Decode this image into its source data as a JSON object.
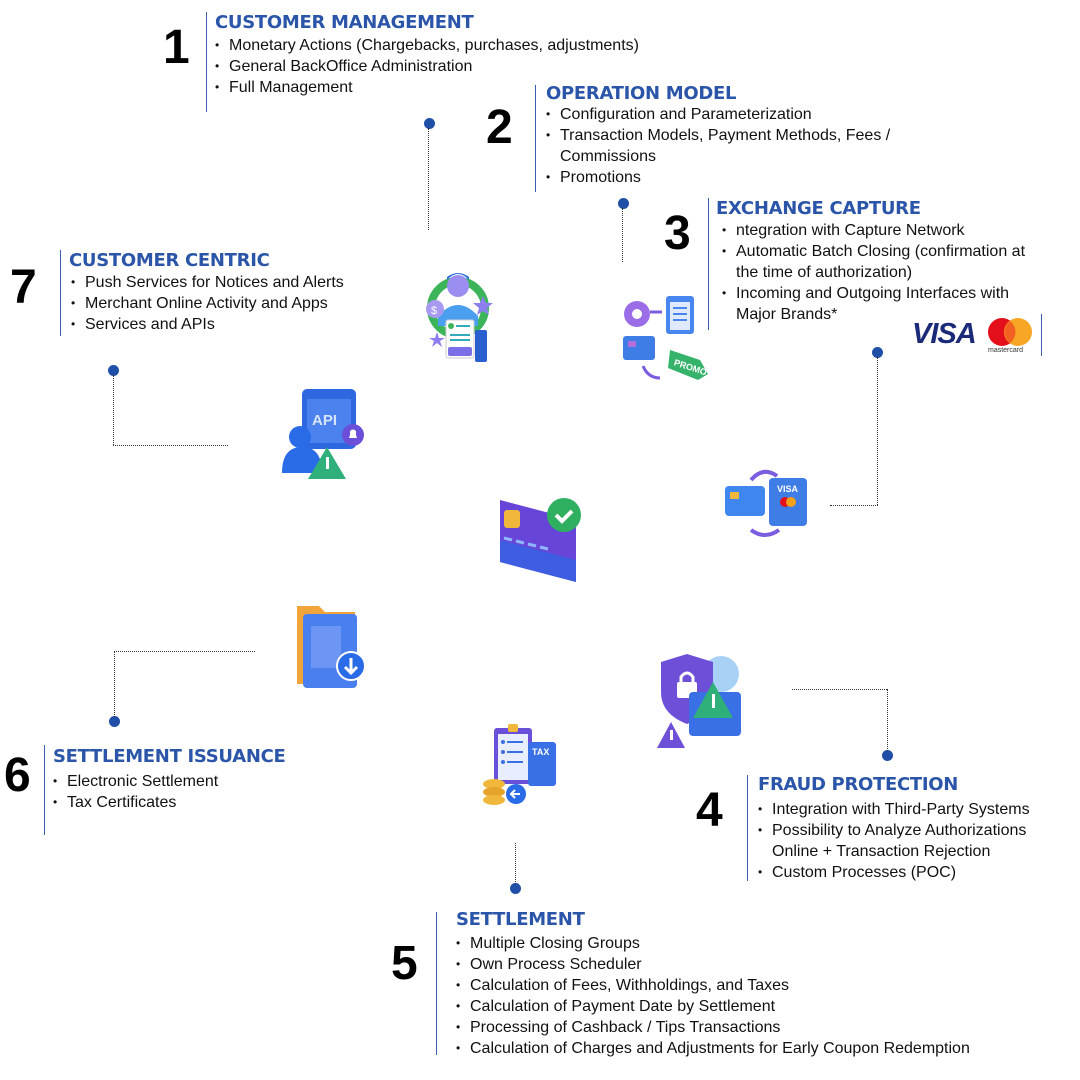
{
  "sections": {
    "customer_management": {
      "number": "1",
      "title": "CUSTOMER MANAGEMENT",
      "items": [
        "Monetary Actions (Chargebacks, purchases, adjustments)",
        "General BackOffice Administration",
        "Full Management"
      ]
    },
    "operation_model": {
      "number": "2",
      "title": "OPERATION MODEL",
      "items": [
        "Configuration and Parameterization",
        "Transaction Models, Payment Methods, Fees /",
        "Commissions",
        "Promotions"
      ]
    },
    "exchange_capture": {
      "number": "3",
      "title": "EXCHANGE CAPTURE",
      "items": [
        "ntegration with Capture Network",
        " Automatic Batch Closing (confirmation at",
        "the time of authorization)",
        " Incoming and Outgoing Interfaces with",
        "Major Brands*"
      ]
    },
    "fraud_protection": {
      "number": "4",
      "title": "FRAUD PROTECTION",
      "items": [
        "Integration with Third-Party Systems",
        " Possibility to Analyze Authorizations",
        "Online + Transaction Rejection",
        " Custom Processes (POC)"
      ]
    },
    "settlement": {
      "number": "5",
      "title": "SETTLEMENT",
      "items": [
        "Multiple Closing Groups",
        "Own Process Scheduler",
        "Calculation of Fees, Withholdings, and Taxes",
        "Calculation of Payment Date by Settlement",
        "Processing of Cashback / Tips Transactions",
        "Calculation of Charges and Adjustments for Early Coupon Redemption"
      ]
    },
    "settlement_issuance": {
      "number": "6",
      "title": "SETTLEMENT ISSUANCE",
      "items": [
        "Electronic Settlement",
        "Tax Certificates"
      ]
    },
    "customer_centric": {
      "number": "7",
      "title": "CUSTOMER CENTRIC",
      "items": [
        "Push Services for Notices and Alerts",
        "Merchant Online Activity and Apps",
        "Services and APIs"
      ]
    }
  },
  "brands": {
    "visa": "VISA",
    "mastercard": "mastercard"
  },
  "icons": {
    "api_text": "API",
    "promo_text": "PROMO",
    "tax_text": "TAX",
    "visa_small": "VISA"
  },
  "colors": {
    "title": "#2a55a8",
    "dot": "#1f4fa6"
  }
}
